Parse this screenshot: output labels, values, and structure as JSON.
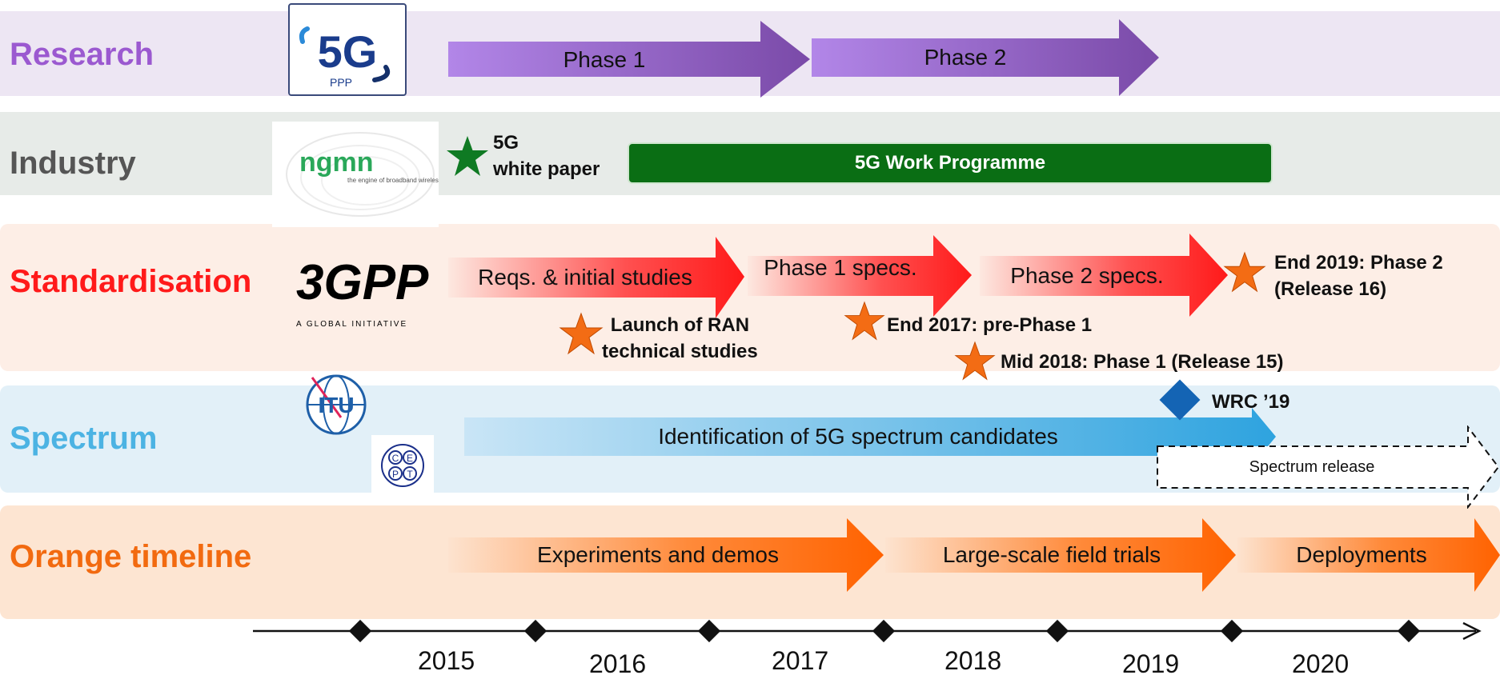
{
  "rows": {
    "research": {
      "label": "Research",
      "color": "#9b59d0",
      "band": "#ede6f3"
    },
    "industry": {
      "label": "Industry",
      "color": "#555555",
      "band": "#e7ebe8"
    },
    "standardisation": {
      "label": "Standardisation",
      "color": "#ff1a1a",
      "band": "#fdeee6"
    },
    "spectrum": {
      "label": "Spectrum",
      "color": "#4cb3e3",
      "band": "#e2f0f8"
    },
    "orange": {
      "label": "Orange timeline",
      "color": "#f26a10",
      "band": "#fde5d2"
    }
  },
  "logos": {
    "fivegppp": {
      "main": "5G",
      "sub": "PPP"
    },
    "ngmn": {
      "main": "ngmn",
      "tagline": "the engine of broadband wireless innovation"
    },
    "threegpp": {
      "main": "3GPP",
      "tagline": "A GLOBAL INITIATIVE"
    },
    "itu": {
      "main": "ITU"
    },
    "cept": {
      "letters": [
        "C",
        "E",
        "P",
        "T"
      ]
    }
  },
  "research": {
    "phase1": "Phase 1",
    "phase2": "Phase 2"
  },
  "industry": {
    "white_paper_line1": "5G",
    "white_paper_line2": "white paper",
    "work_programme": "5G Work Programme"
  },
  "standardisation": {
    "reqs": "Reqs. & initial studies",
    "phase1_specs": "Phase 1 specs.",
    "phase2_specs": "Phase 2 specs.",
    "launch_line1": "Launch of RAN",
    "launch_line2": "technical studies",
    "end2017": "End 2017: pre-Phase 1",
    "mid2018": "Mid 2018: Phase 1 (Release 15)",
    "end2019_line1": "End 2019: Phase 2",
    "end2019_line2": "(Release 16)"
  },
  "spectrum": {
    "identification": "Identification of 5G spectrum candidates",
    "wrc": "WRC ’19",
    "release": "Spectrum release"
  },
  "orange": {
    "experiments": "Experiments and demos",
    "trials": "Large-scale field trials",
    "deployments": "Deployments"
  },
  "timeline": {
    "years": [
      "2015",
      "2016",
      "2017",
      "2018",
      "2019",
      "2020"
    ]
  },
  "colors": {
    "research_arrow": "#8e5cc9",
    "industry_bar": "#0a6e14",
    "std_arrow": "#ff2020",
    "spectrum_arrow": "#3fa8e0",
    "orange_arrow": "#ff6a00",
    "star_orange": "#f36c14",
    "star_green": "#0f7a23",
    "wrc_diamond": "#1464b4"
  }
}
